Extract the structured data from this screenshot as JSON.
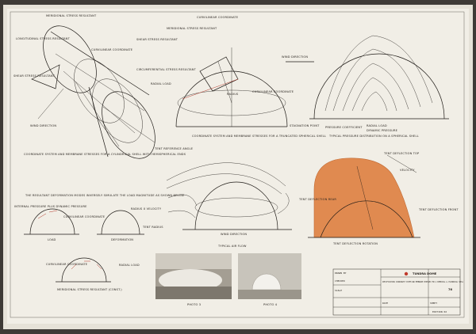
{
  "colors": {
    "paper": "#f1eee6",
    "ink": "#1e1a16",
    "accent": "#e08a50",
    "wall": "#3e3a36"
  },
  "fig1": {
    "meridional": "MERIDIONAL STRESS RESULTANT",
    "longitudinal": "LONGITUDINAL STRESS RESULTANT",
    "shear": "SHEAR STRESS RESULTANT",
    "curvilinear": "CURVILINEAR COORDINATE",
    "wind": "WIND DIRECTION",
    "caption": "COORDINATE SYSTEM AND MEMBRANE STRESSES FOR A CYLINDRICAL SHELL WITH HEMISPHERICAL ENDS",
    "tent": "TENT REFERENCE ANGLE"
  },
  "fig2": {
    "meridional": "MERIDIONAL STRESS RESULTANT",
    "shear": "SHEAR STRESS RESULTANT",
    "circum": "CIRCUMFERENTIAL STRESS RESULTANT",
    "curv_top": "CURVILINEAR COORDINATE",
    "curv_right": "CURVILINEAR COORDINATE",
    "radial": "RADIAL LOAD",
    "radius": "RADIUS",
    "caption": "COORDINATE SYSTEM AND MEMBRANE STRESSES FOR A TRUNCATED SPHERICAL SHELL"
  },
  "fig3": {
    "wind": "WIND DIRECTION",
    "stagnation": "STAGNATION POINT",
    "pressure": "PRESSURE COEFFICIENT",
    "radial": "RADIAL LOAD",
    "dynamic": "DYNAMIC PRESSURE",
    "caption": "TYPICAL PRESSURE DISTRIBUTION ON A SPHERICAL SHELL"
  },
  "fig4": {
    "caption": "THE RESULTANT DEFORMATION MODES INVERSELY SIMULATE THE LOAD MAGNITUDE AS SHOWN BELOW",
    "internal": "INTERNAL PRESSURE PLUS DYNAMIC PRESSURE",
    "curvilinear": "CURVILINEAR COORDINATE",
    "radius_vel": "RADIUS X VELOCITY",
    "tent_radius": "TENT RADIUS",
    "load": "LOAD",
    "deformation": "DEFORMATION"
  },
  "fig5": {
    "wind": "WIND DIRECTION",
    "caption": "TYPICAL AIR FLOW"
  },
  "fig6": {
    "top": "TENT DEFLECTION TOP",
    "velocity": "VELOCITY",
    "rear": "TENT DEFLECTION REAR",
    "front": "TENT DEFLECTION FRONT",
    "caption": "TENT DEFLECTION ROTATION"
  },
  "fig7": {
    "curvilinear": "CURVILINEAR COORDINATE",
    "radial": "RADIAL LOAD",
    "caption": "MERIDIONAL STRESS RESULTANT (CONST.)"
  },
  "photos": {
    "p3": "PHOTO 3",
    "p4": "PHOTO 4"
  },
  "title_block": {
    "title": "TUNDRA DOME",
    "desc": "SPECIFICATIONS COORDINATE SYSTEM AND MEMBRANE STRESSES FOR A SPHERICAL & CYLINDRICAL SHELL",
    "drawn": "DRAWN BY",
    "checked": "CHECKED",
    "scale": "SCALE",
    "date": "DATE",
    "sheet": "SHEET",
    "edition": "EDITION 02",
    "number": "76"
  }
}
